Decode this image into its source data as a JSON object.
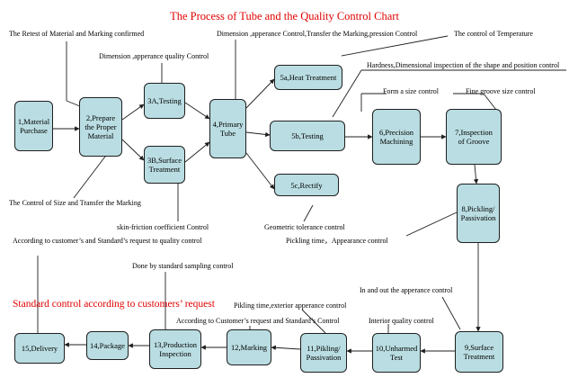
{
  "title": "The Process of Tube and the Quality Control Chart",
  "standard_note": "Standard control according to customers’ request",
  "nodes": {
    "n1": "1,Material\nPurchase",
    "n2": "2,Prepare\nthe  Proper\nMaterial",
    "n3a": "3A,Testing",
    "n3b": "3B,Surface\nTreatment",
    "n4": "4,Primary\nTube",
    "n5a": "5a,Heat Treatment",
    "n5b": "5b,Testing",
    "n5c": "5c,Rectify",
    "n6": "6,Precision\nMachining",
    "n7": "7,Inspection\nof Groove",
    "n8": "8,Pickling/\nPassivation",
    "n9": "9,Surface\nTreatment",
    "n10": "10,Unharmed\nTest",
    "n11": "11,Pikling/\nPassivation",
    "n12": "12,Marking",
    "n13": "13,Production\nInspection",
    "n14": "14,Package",
    "n15": "15,Delivery"
  },
  "labels": {
    "retest": "The Retest of Material and Marking confirmed",
    "dim_top": "Dimension ,apperance Control,Transfer the Marking,pression Control",
    "temp": "The control of Temperature",
    "dim_app": "Dimension ,apperance quality Control",
    "hardness": "Hardness,Dimensional inspection of the shape and position control",
    "form_size": "Form a size control",
    "groove_size": "Fine groove size control",
    "control_size": "The Control of Size and Transfer the Marking",
    "skin": "skin-friction coefficient Control",
    "geo": "Geometric tolerance control",
    "customer_std": "According to customer’s and Standard’s request to quality control",
    "pickling_time": "Pickling time，Appearance control",
    "sampling": "Done by standard sampling control",
    "in_out": "In and out the apperance control",
    "pikling_time": "Pikling time,exterior apperance control",
    "according2": "According to Customer’s request and Standard’s Control",
    "interior": "Interior quality control"
  },
  "colors": {
    "box_fill": "#b9dde2",
    "accent_red": "#e00000",
    "line": "#1f1f1f"
  }
}
